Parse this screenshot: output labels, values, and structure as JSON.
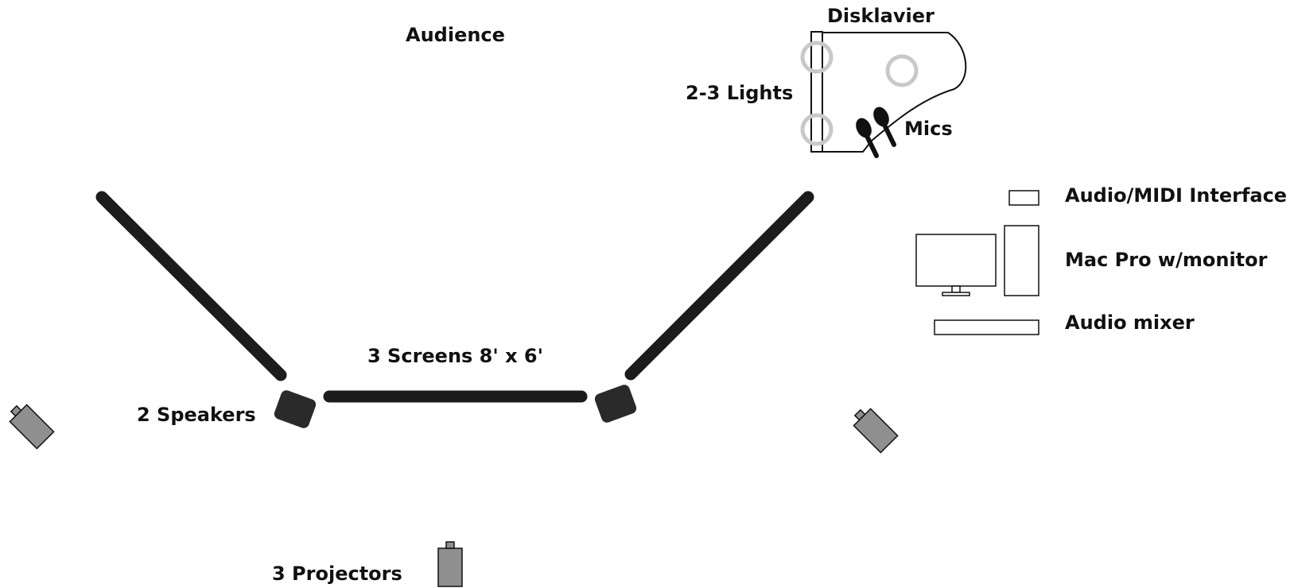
{
  "labels": {
    "audience": "Audience",
    "disklavier": "Disklavier",
    "lights": "2-3 Lights",
    "mics": "Mics",
    "audio_midi_interface": "Audio/MIDI Interface",
    "mac_pro": "Mac Pro w/monitor",
    "audio_mixer": "Audio mixer",
    "screens": "3 Screens 8' x 6'",
    "speakers": "2 Speakers",
    "projectors": "3 Projectors"
  },
  "colors": {
    "line": "#111111",
    "screen": "#1c1c1c",
    "speaker": "#2a2a2a",
    "light_ring": "#c8c8c8",
    "projector": "#8f8f8f"
  }
}
